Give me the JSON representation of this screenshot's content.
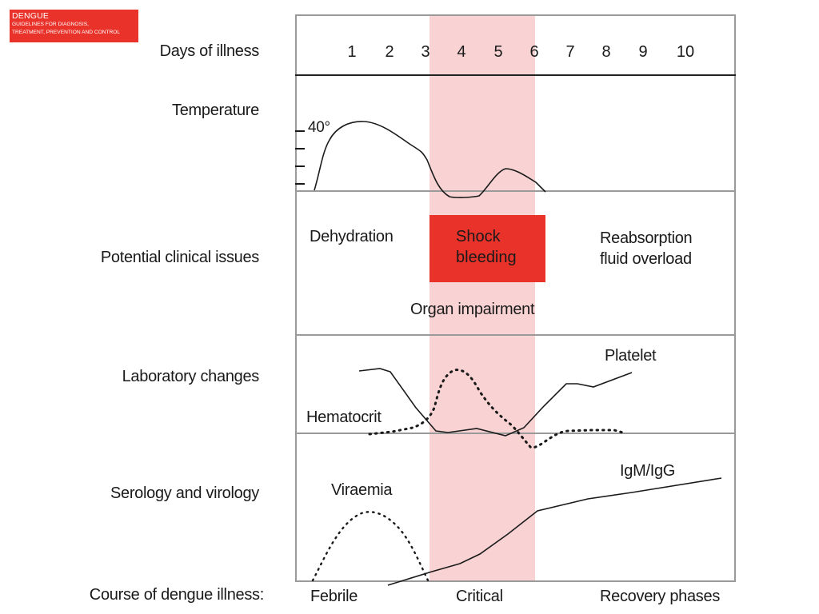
{
  "badge": {
    "title": "DENGUE",
    "subtitle_line1": "GUIDELINES FOR DIAGNOSIS,",
    "subtitle_line2": "TREATMENT, PREVENTION AND CONTROL"
  },
  "rows": {
    "days": "Days of illness",
    "temperature": "Temperature",
    "clinical": "Potential clinical issues",
    "lab": "Laboratory changes",
    "serology": "Serology and virology",
    "course": "Course of dengue illness:"
  },
  "days": [
    "1",
    "2",
    "3",
    "4",
    "5",
    "6",
    "7",
    "8",
    "9",
    "10"
  ],
  "temperature": {
    "tick_label": "40°"
  },
  "clinical": {
    "dehydration": "Dehydration",
    "shock_line1": "Shock",
    "shock_line2": "bleeding",
    "reabsorption_line1": "Reabsorption",
    "reabsorption_line2": "fluid overload",
    "organ": "Organ impairment"
  },
  "lab": {
    "platelet": "Platelet",
    "hematocrit": "Hematocrit"
  },
  "serology": {
    "viraemia": "Viraemia",
    "igm": "IgM/IgG"
  },
  "phases": {
    "febrile": "Febrile",
    "critical": "Critical",
    "recovery": "Recovery phases"
  },
  "colors": {
    "critical_band": "#f9d3d3",
    "shock_box": "#e8322a",
    "badge": "#e8322a"
  }
}
